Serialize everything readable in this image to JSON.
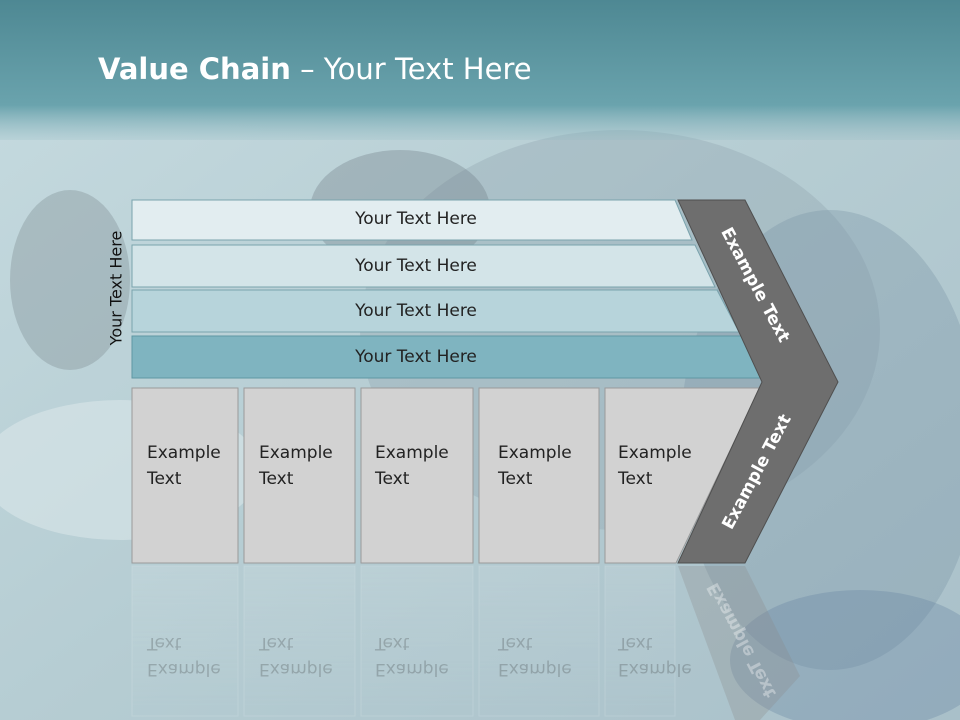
{
  "slide": {
    "title_bold": "Value Chain",
    "title_rest": " – Your Text Here",
    "side_label": "Your Text Here"
  },
  "bars": [
    {
      "label": "Your Text Here",
      "color": "#e2edf0"
    },
    {
      "label": "Your Text Here",
      "color": "#d3e4e8"
    },
    {
      "label": "Your Text Here",
      "color": "#b7d4db"
    },
    {
      "label": "Your Text Here",
      "color": "#7fb4c0"
    }
  ],
  "cells": [
    {
      "line1": "Example",
      "line2": "Text"
    },
    {
      "line1": "Example",
      "line2": "Text"
    },
    {
      "line1": "Example",
      "line2": "Text"
    },
    {
      "line1": "Example",
      "line2": "Text"
    },
    {
      "line1": "Example",
      "line2": "Text"
    }
  ],
  "chevron": {
    "upper_label": "Example Text",
    "lower_label": "Example Text",
    "color": "#6e6e6e"
  },
  "colors": {
    "header": "#5f9aa4",
    "cell_fill": "#d2d2d2",
    "cell_border": "#9a9a9a"
  }
}
